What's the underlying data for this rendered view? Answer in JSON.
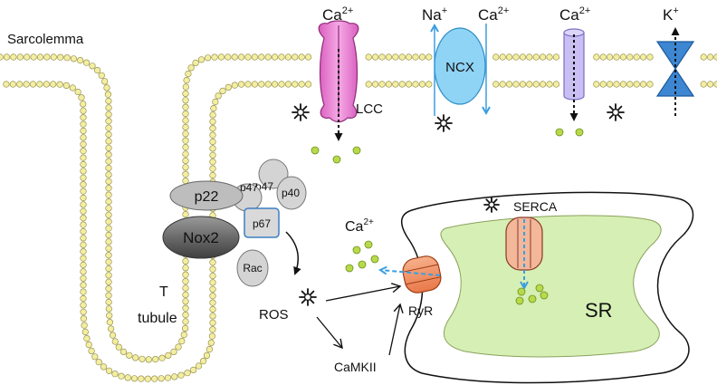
{
  "labels": {
    "sarcolemma": "Sarcolemma",
    "t": "T",
    "tubule": "tubule",
    "lcc": "LCC",
    "ncx": "NCX",
    "serca": "SERCA",
    "ryr": "RyR",
    "sr": "SR",
    "ros": "ROS",
    "camkii": "CaMKII"
  },
  "ions": {
    "ca_lcc": {
      "base": "Ca",
      "sup": "2+"
    },
    "na_ncx": {
      "base": "Na",
      "sup": "+"
    },
    "ca_ncx": {
      "base": "Ca",
      "sup": "2+"
    },
    "ca_channel": {
      "base": "Ca",
      "sup": "2+"
    },
    "k": {
      "base": "K",
      "sup": "+"
    },
    "ca_cytosol": {
      "base": "Ca",
      "sup": "2+"
    }
  },
  "complex": {
    "p22": "p22",
    "nox2": "Nox2",
    "p47": "p47",
    "p40": "p40",
    "p67": "p67",
    "rac": "Rac"
  },
  "colors": {
    "membrane_bead": "#f3eea0",
    "membrane_bead_stroke": "#8a8440",
    "lcc": "#ee88d6",
    "ncx": "#8fd3f5",
    "ca_channel": "#c9bff2",
    "k_channel": "#3c86d2",
    "ryr": "#f5976a",
    "serca": "#f3b79a",
    "sr_lumen": "#d6efb4",
    "calcium": "#b8da4a",
    "arrow_blue": "#3b9ee0"
  }
}
